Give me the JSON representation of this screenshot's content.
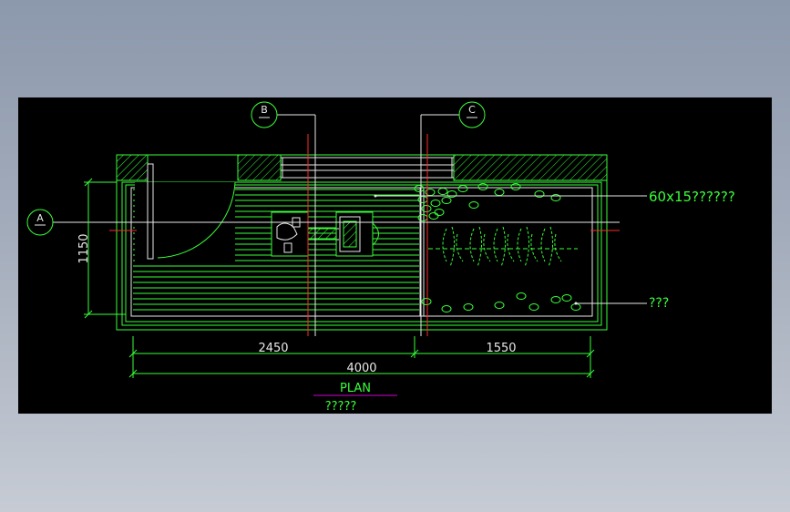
{
  "colors": {
    "background": "#000000",
    "line_green": "#39ff39",
    "line_white": "#e8e8e8",
    "axis_red": "#ff2a2a",
    "underline_magenta": "#d400d4"
  },
  "grid_bubbles": {
    "a": "A",
    "b": "B",
    "c": "C"
  },
  "dimensions": {
    "height_1150": "1150",
    "width_2450": "2450",
    "width_1550": "1550",
    "total_4000": "4000"
  },
  "labels": {
    "stone_callout": "60x15??????",
    "pebble_callout": "???",
    "plan_title": "PLAN",
    "plan_subtitle": "?????"
  }
}
